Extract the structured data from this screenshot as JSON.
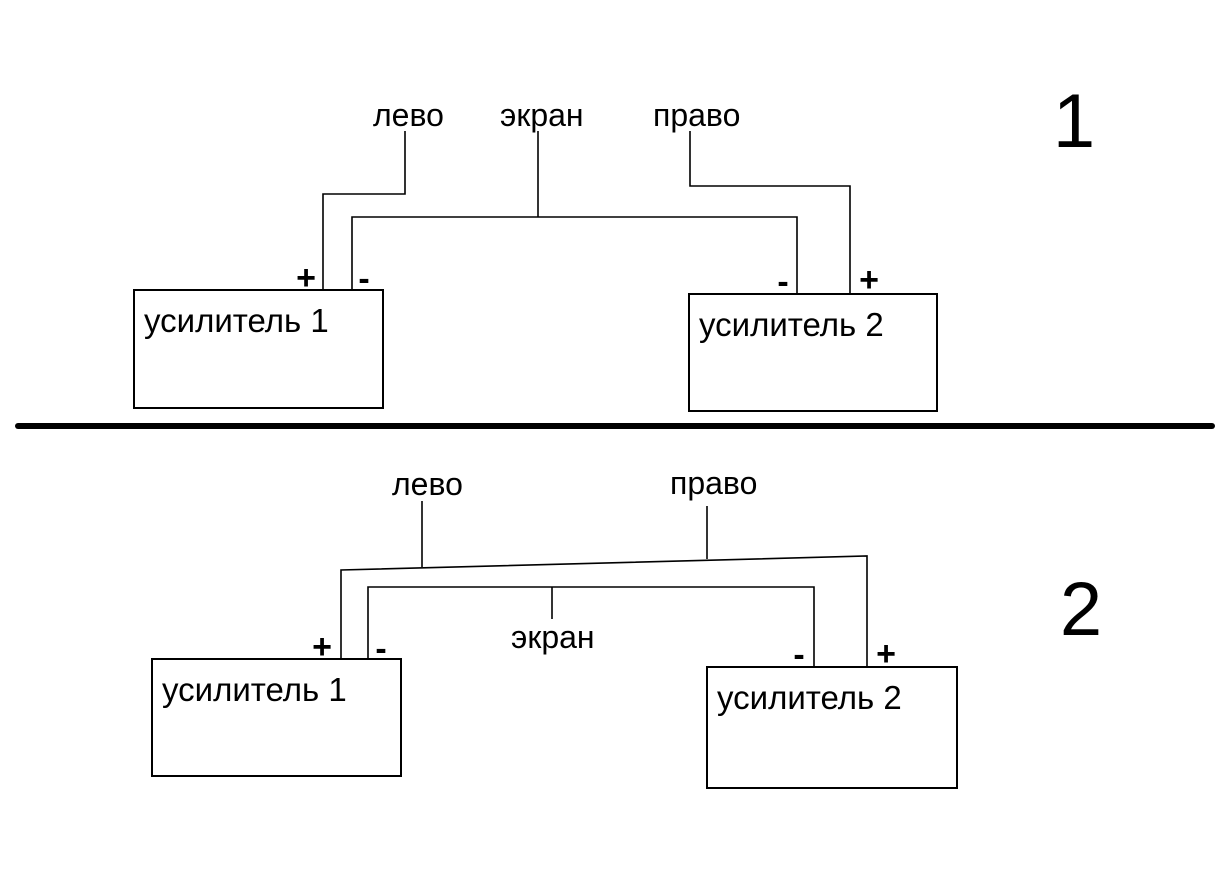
{
  "page": {
    "background_color": "#ffffff",
    "line_color": "#000000",
    "description": "Two speaker-cable wiring variants between two amplifiers"
  },
  "diagrams": [
    {
      "number_label": "1",
      "wire_labels": {
        "left": "лево",
        "shield": "экран",
        "right": "право"
      },
      "amplifiers": [
        {
          "name": "усилитель 1",
          "terminals": {
            "plus": "+",
            "minus": "-"
          }
        },
        {
          "name": "усилитель 2",
          "terminals": {
            "minus": "-",
            "plus": "+"
          }
        }
      ]
    },
    {
      "number_label": "2",
      "wire_labels": {
        "left": "лево",
        "shield": "экран",
        "right": "право"
      },
      "amplifiers": [
        {
          "name": "усилитель 1",
          "terminals": {
            "plus": "+",
            "minus": "-"
          }
        },
        {
          "name": "усилитель 2",
          "terminals": {
            "minus": "-",
            "plus": "+"
          }
        }
      ]
    }
  ]
}
